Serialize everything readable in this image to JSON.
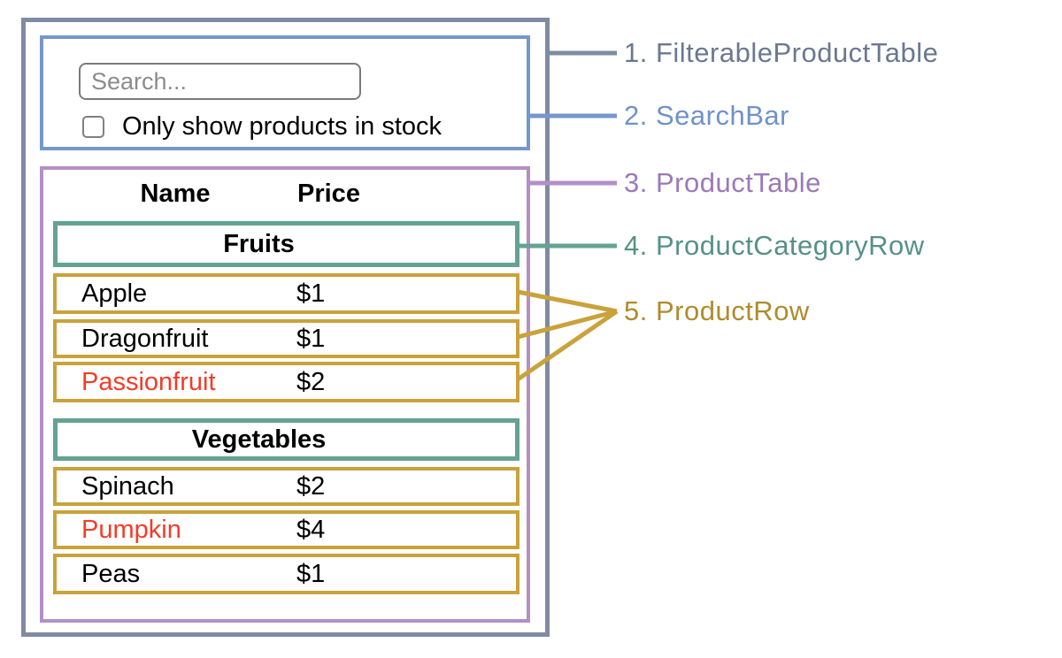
{
  "search_bar": {
    "input_placeholder": "Search...",
    "checkbox_label": "Only show products in stock",
    "checkbox_checked": false
  },
  "product_table": {
    "headers": {
      "name": "Name",
      "price": "Price"
    },
    "sections": [
      {
        "category": "Fruits",
        "rows": [
          {
            "name": "Apple",
            "price": "$1",
            "red_text": false
          },
          {
            "name": "Dragonfruit",
            "price": "$1",
            "red_text": false
          },
          {
            "name": "Passionfruit",
            "price": "$2",
            "red_text": true
          }
        ]
      },
      {
        "category": "Vegetables",
        "rows": [
          {
            "name": "Spinach",
            "price": "$2",
            "red_text": false
          },
          {
            "name": "Pumpkin",
            "price": "$4",
            "red_text": true
          },
          {
            "name": "Peas",
            "price": "$1",
            "red_text": false
          }
        ]
      }
    ]
  },
  "annotations": [
    {
      "label": "1. FilterableProductTable",
      "color": "#6a7890"
    },
    {
      "label": "2. SearchBar",
      "color": "#6f92c8"
    },
    {
      "label": "3. ProductTable",
      "color": "#9d79b7"
    },
    {
      "label": "4. ProductCategoryRow",
      "color": "#579186"
    },
    {
      "label": "5. ProductRow",
      "color": "#ae8c2e"
    }
  ],
  "colors": {
    "filterable_product_table_border": "#7e8ba2",
    "search_bar_border": "#7697cd",
    "product_table_border": "#b48fc7",
    "product_category_row_border": "#64a392",
    "product_row_border": "#c9a23c",
    "red_row_text": "#f43b28"
  }
}
